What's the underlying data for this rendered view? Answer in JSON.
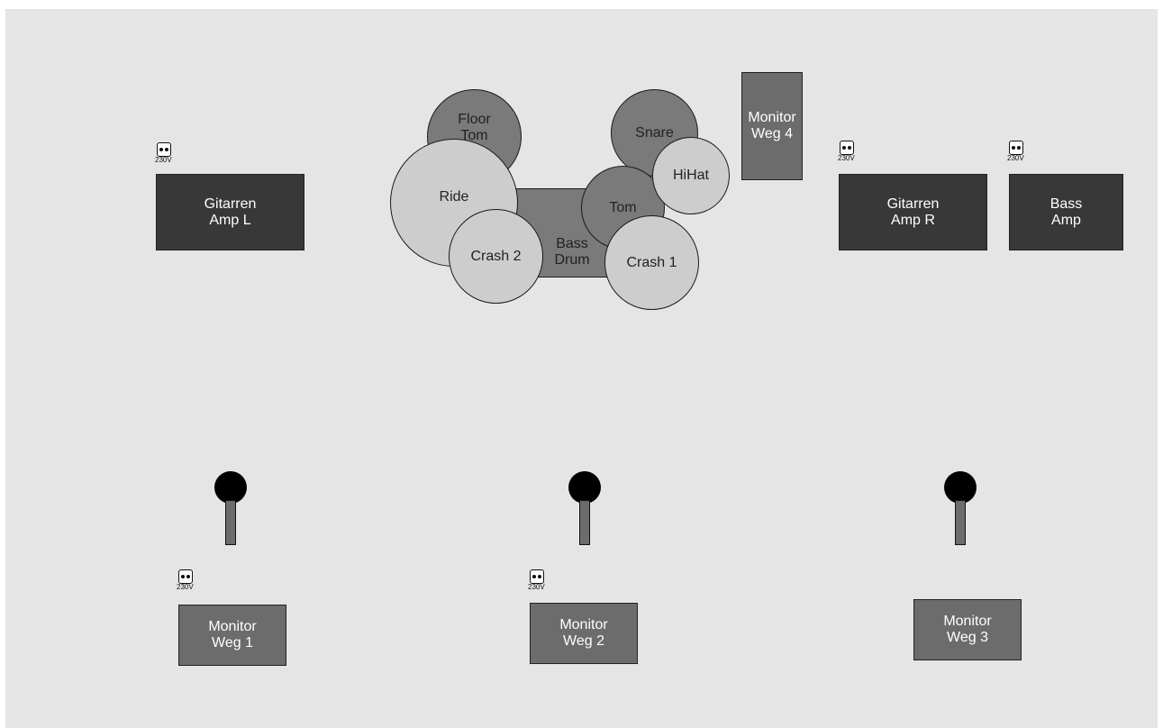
{
  "amps": {
    "gitarren_l": "Gitarren\nAmp L",
    "gitarren_r": "Gitarren\nAmp R",
    "bass": "Bass\nAmp"
  },
  "drums": {
    "floor_tom": "Floor\nTom",
    "ride": "Ride",
    "crash2": "Crash 2",
    "bass_drum": "Bass\nDrum",
    "tom": "Tom",
    "snare": "Snare",
    "hihat": "HiHat",
    "crash1": "Crash 1"
  },
  "monitors": {
    "weg1": "Monitor\nWeg 1",
    "weg2": "Monitor\nWeg 2",
    "weg3": "Monitor\nWeg 3",
    "weg4": "Monitor\nWeg 4"
  },
  "socket_label": "230V",
  "colors": {
    "stage_bg": "#e5e5e5",
    "amp": "#383838",
    "monitor": "#6c6c6c",
    "drum_dark": "#7a7a7a",
    "drum_light": "#cdcdcd",
    "mic_head": "#000000"
  }
}
